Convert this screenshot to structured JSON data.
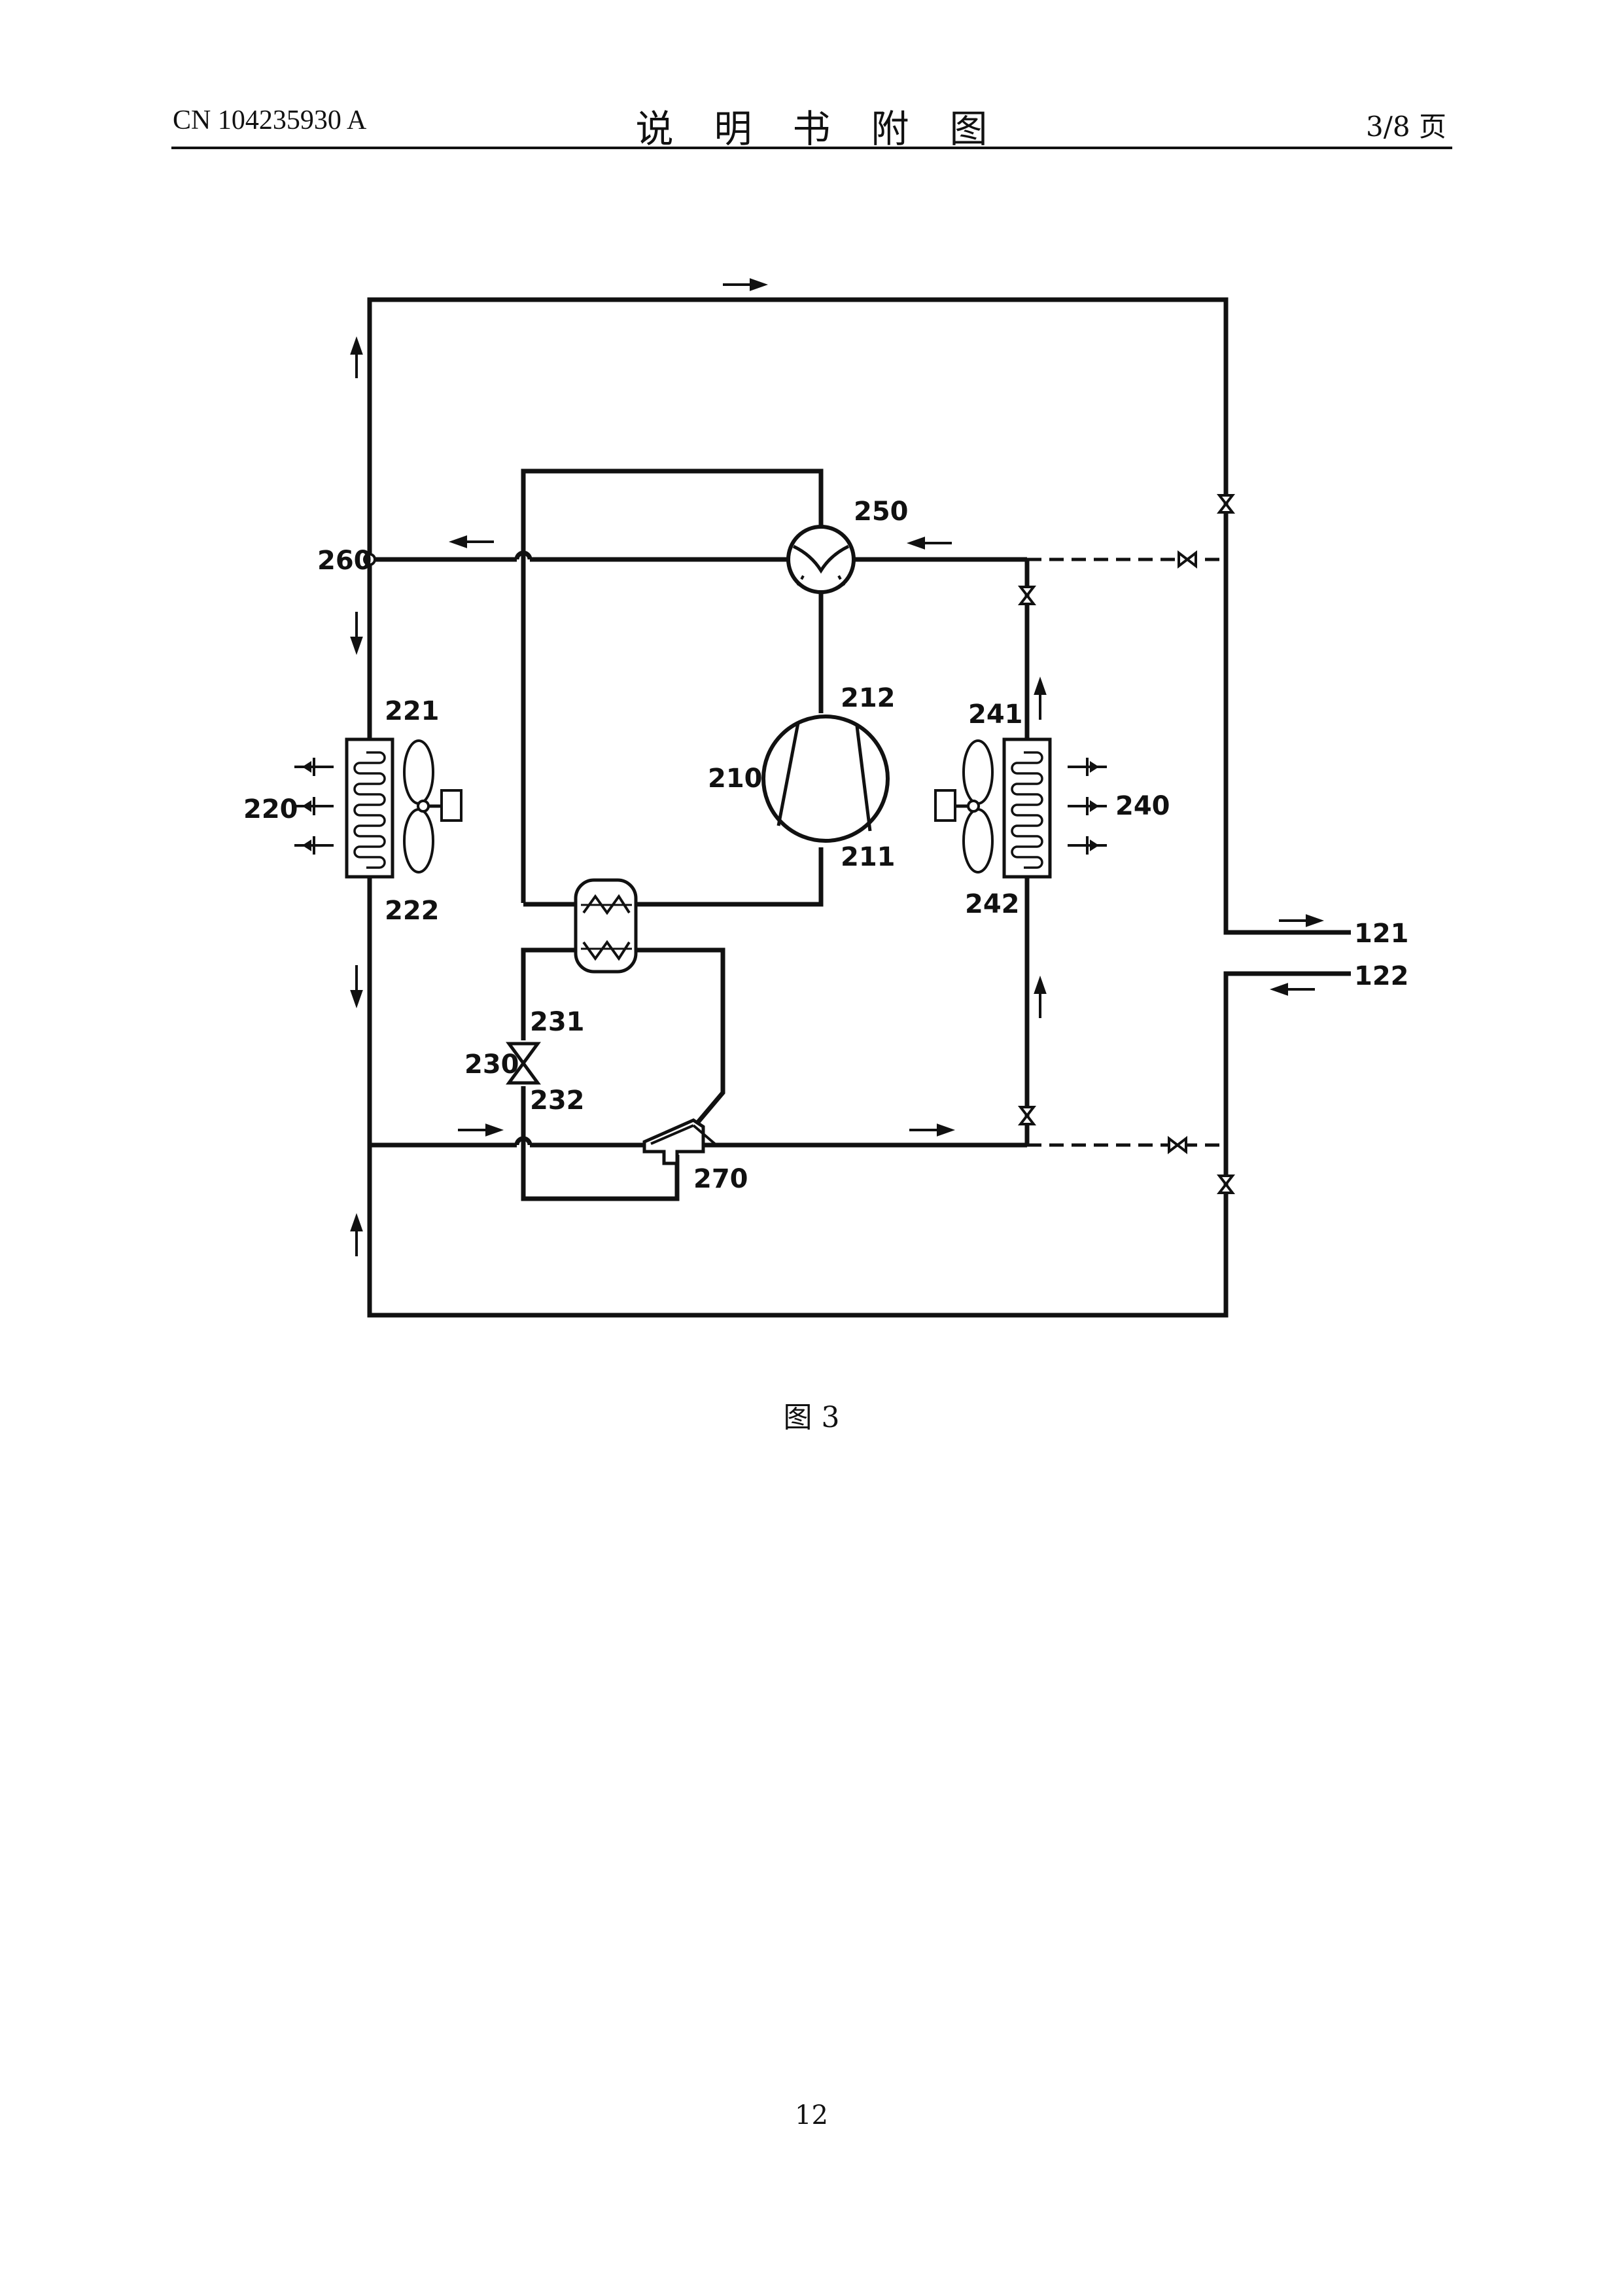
{
  "header": {
    "patent_number": "CN 104235930 A",
    "section_title": "说明书附图",
    "page_of": "3/8 页"
  },
  "figure": {
    "caption": "图 3",
    "labels": {
      "l121": "121",
      "l122": "122",
      "l210": "210",
      "l211": "211",
      "l212": "212",
      "l220": "220",
      "l221": "221",
      "l222": "222",
      "l230": "230",
      "l231": "231",
      "l232": "232",
      "l240": "240",
      "l241": "241",
      "l242": "242",
      "l250": "250",
      "l260": "260",
      "l270": "270"
    }
  },
  "footer": {
    "page_number": "12"
  }
}
